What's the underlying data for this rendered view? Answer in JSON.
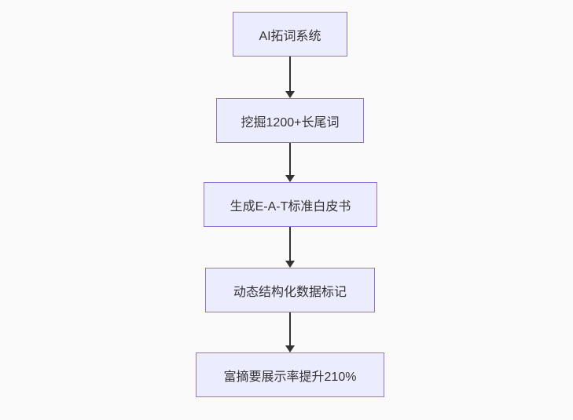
{
  "diagram": {
    "type": "flowchart",
    "direction": "top-down",
    "nodes": [
      {
        "label": "AI拓词系统"
      },
      {
        "label": "挖掘1200+长尾词"
      },
      {
        "label": "生成E-A-T标准白皮书"
      },
      {
        "label": "动态结构化数据标记"
      },
      {
        "label": "富摘要展示率提升210%"
      }
    ],
    "edges": [
      {
        "from": 0,
        "to": 1
      },
      {
        "from": 1,
        "to": 2
      },
      {
        "from": 2,
        "to": 3
      },
      {
        "from": 3,
        "to": 4
      }
    ],
    "colors": {
      "background": "#fafafa",
      "node_fill": "#ececff",
      "node_border": "#9370db",
      "text": "#333333",
      "arrow": "#333333"
    }
  }
}
